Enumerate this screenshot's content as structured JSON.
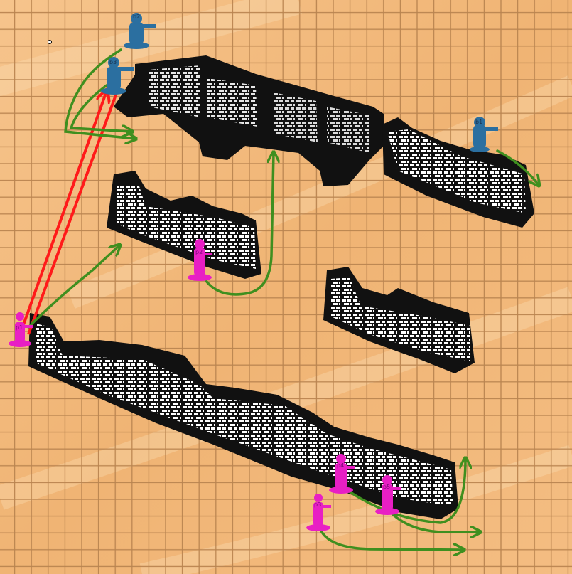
{
  "board": {
    "background": "#f2b77a",
    "grid_color": "#b07a4a",
    "wall_color": "#111111",
    "wall_highlight": "#ffffff"
  },
  "teams": {
    "blue": {
      "color": "#2b6fa0"
    },
    "pink": {
      "color": "#e81fc4"
    }
  },
  "units": [
    {
      "id": "b2",
      "team": "blue",
      "label": "b2"
    },
    {
      "id": "b3",
      "team": "blue",
      "label": "b3"
    },
    {
      "id": "b1",
      "team": "blue",
      "label": "b1"
    },
    {
      "id": "p1",
      "team": "pink",
      "label": "p1"
    },
    {
      "id": "p2",
      "team": "pink",
      "label": "p2"
    },
    {
      "id": "p3",
      "team": "pink",
      "label": "p3"
    },
    {
      "id": "p4",
      "team": "pink",
      "label": "p4"
    },
    {
      "id": "p5",
      "team": "pink",
      "label": "p5"
    }
  ],
  "arrows": {
    "line_of_sight_color": "#ff1a1a",
    "movement_color": "#3f8f1f"
  }
}
